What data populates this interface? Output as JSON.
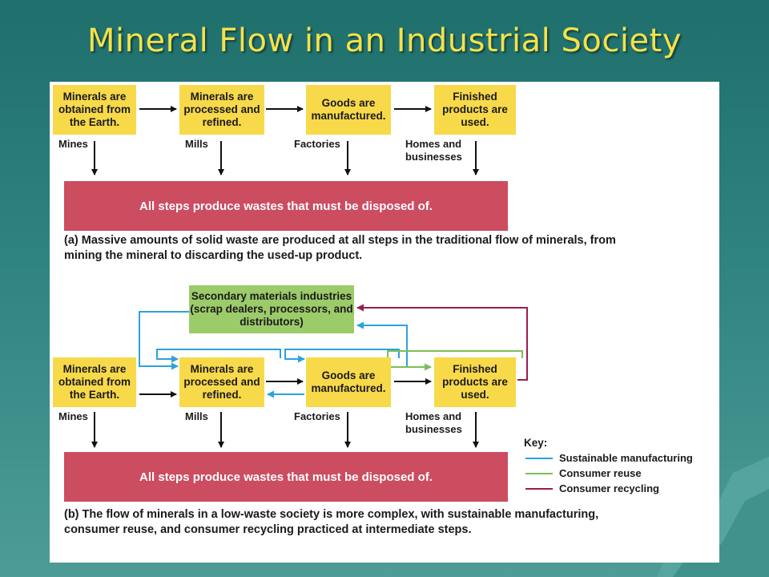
{
  "title": "Mineral Flow in an Industrial Society",
  "panel_a": {
    "steps": [
      "Minerals are obtained from the Earth.",
      "Minerals are processed and refined.",
      "Goods are manufactured.",
      "Finished products are used."
    ],
    "places": [
      "Mines",
      "Mills",
      "Factories",
      "Homes and businesses"
    ],
    "waste": "All steps produce wastes that must be disposed of.",
    "caption": "(a) Massive amounts of solid waste are produced at all steps in the traditional flow of minerals, from mining the mineral to discarding the used-up product."
  },
  "panel_b": {
    "secondary": "Secondary materials industries (scrap dealers, processors, and distributors)",
    "steps": [
      "Minerals are obtained from the Earth.",
      "Minerals are processed and refined.",
      "Goods are manufactured.",
      "Finished products are used."
    ],
    "places": [
      "Mines",
      "Mills",
      "Factories",
      "Homes and businesses"
    ],
    "waste": "All steps produce wastes that must be disposed of.",
    "caption": "(b) The flow of minerals in a low-waste society is more complex, with sustainable manufacturing, consumer reuse, and consumer recycling practiced at intermediate steps."
  },
  "key": {
    "title": "Key:",
    "items": [
      {
        "label": "Sustainable manufacturing",
        "color": "#2aa3dd"
      },
      {
        "label": "Consumer reuse",
        "color": "#7cbf56"
      },
      {
        "label": "Consumer recycling",
        "color": "#9b1c4e"
      }
    ]
  },
  "colors": {
    "step_box": "#f8d94a",
    "secondary_box": "#9ccb6a",
    "waste_bar": "#cc4d60",
    "title": "#f2e24a"
  }
}
